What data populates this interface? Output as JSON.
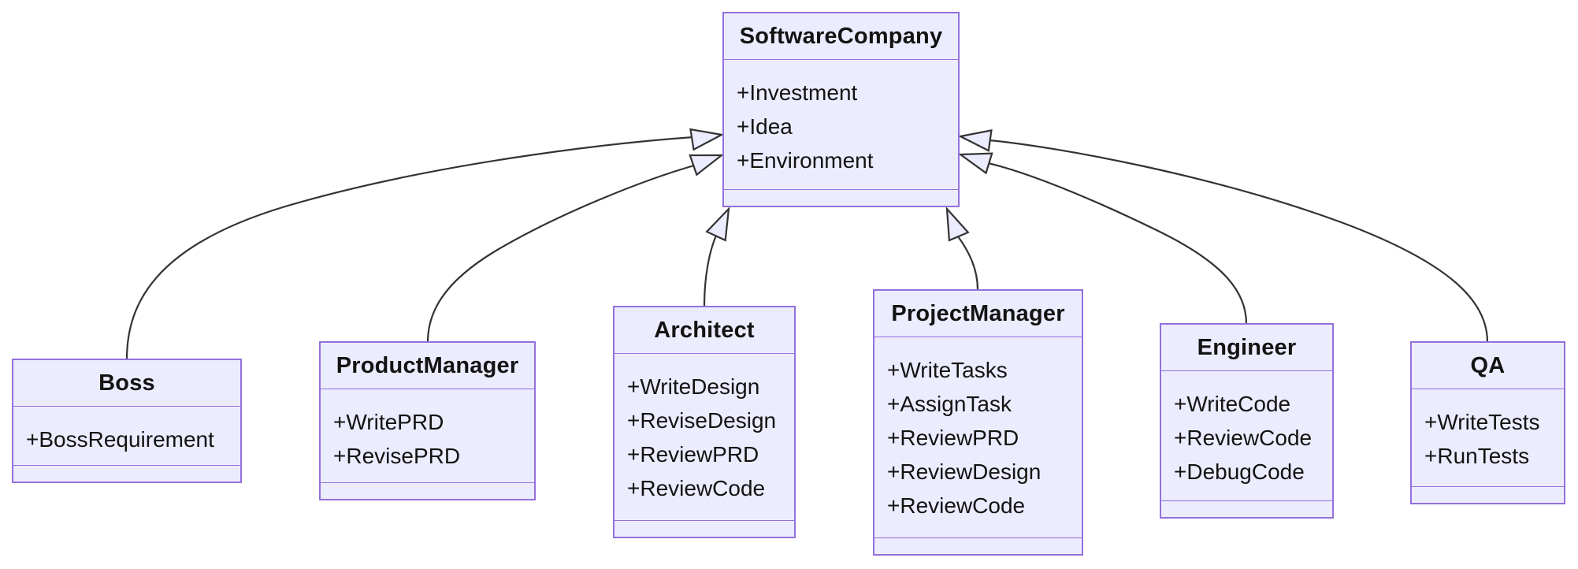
{
  "diagram": {
    "type": "uml-class-diagram",
    "background": "#ffffff",
    "node_fill": "#ECECFF",
    "node_border": "#9370DB",
    "edge_color": "#333333",
    "text_color": "#131313"
  },
  "classes": [
    {
      "name": "SoftwareCompany",
      "members": [
        "+Investment",
        "+Idea",
        "+Environment"
      ]
    },
    {
      "name": "Boss",
      "members": [
        "+BossRequirement"
      ]
    },
    {
      "name": "ProductManager",
      "members": [
        "+WritePRD",
        "+RevisePRD"
      ]
    },
    {
      "name": "Architect",
      "members": [
        "+WriteDesign",
        "+ReviseDesign",
        "+ReviewPRD",
        "+ReviewCode"
      ]
    },
    {
      "name": "ProjectManager",
      "members": [
        "+WriteTasks",
        "+AssignTask",
        "+ReviewPRD",
        "+ReviewDesign",
        "+ReviewCode"
      ]
    },
    {
      "name": "Engineer",
      "members": [
        "+WriteCode",
        "+ReviewCode",
        "+DebugCode"
      ]
    },
    {
      "name": "QA",
      "members": [
        "+WriteTests",
        "+RunTests"
      ]
    }
  ],
  "relations": [
    {
      "from": "Boss",
      "to": "SoftwareCompany",
      "type": "inheritance"
    },
    {
      "from": "ProductManager",
      "to": "SoftwareCompany",
      "type": "inheritance"
    },
    {
      "from": "Architect",
      "to": "SoftwareCompany",
      "type": "inheritance"
    },
    {
      "from": "ProjectManager",
      "to": "SoftwareCompany",
      "type": "inheritance"
    },
    {
      "from": "Engineer",
      "to": "SoftwareCompany",
      "type": "inheritance"
    },
    {
      "from": "QA",
      "to": "SoftwareCompany",
      "type": "inheritance"
    }
  ]
}
